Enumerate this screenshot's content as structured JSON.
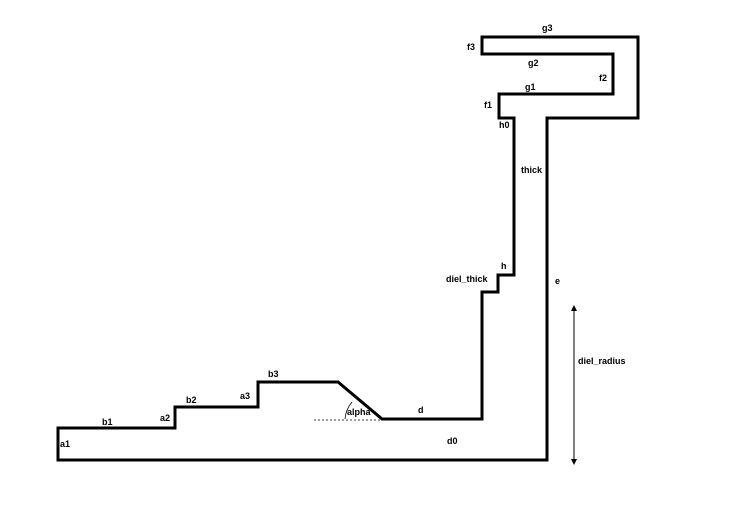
{
  "labels": {
    "a1": "a1",
    "b1": "b1",
    "a2": "a2",
    "b2": "b2",
    "a3": "a3",
    "b3": "b3",
    "alpha": "alpha",
    "d": "d",
    "d0": "d0",
    "diel_thick": "diel_thick",
    "h": "h",
    "thick": "thick",
    "h0": "h0",
    "f1": "f1",
    "g1": "g1",
    "f2": "f2",
    "g2": "g2",
    "f3": "f3",
    "g3": "g3",
    "e": "e",
    "diel_radius": "diel_radius"
  },
  "colors": {
    "stroke": "#000000",
    "background": "#ffffff"
  }
}
